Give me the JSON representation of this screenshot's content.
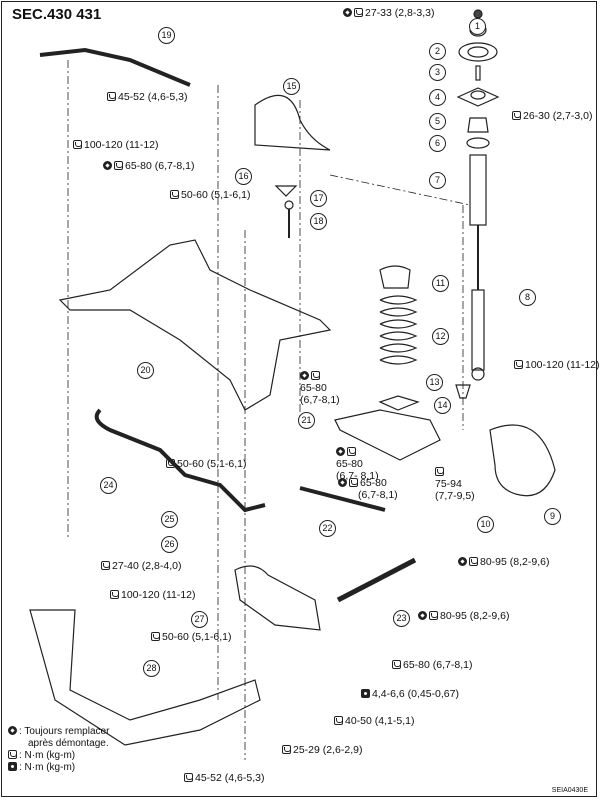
{
  "header": {
    "section": "SEC.430 431"
  },
  "figure_code": "SEIA0430E",
  "icons": {
    "replace": "always-replace-icon",
    "torque": "torque-wrench-icon",
    "torque_small": "torque-wrench-filled-icon"
  },
  "parts": [
    "1",
    "2",
    "3",
    "4",
    "5",
    "6",
    "7",
    "8",
    "9",
    "10",
    "11",
    "12",
    "13",
    "14",
    "15",
    "16",
    "17",
    "18",
    "19",
    "20",
    "21",
    "22",
    "23",
    "24",
    "25",
    "26",
    "27",
    "28"
  ],
  "torque_labels": [
    {
      "id": "t1",
      "replace": true,
      "icon": "torque",
      "text": "27-33 (2,8-3,3)"
    },
    {
      "id": "t2",
      "replace": false,
      "icon": "torque",
      "text": "26-30 (2,7-3,0)"
    },
    {
      "id": "t3",
      "replace": false,
      "icon": "torque",
      "text": "45-52 (4,6-5,3)"
    },
    {
      "id": "t4",
      "replace": false,
      "icon": "torque",
      "text": "100-120 (11-12)"
    },
    {
      "id": "t5",
      "replace": true,
      "icon": "torque",
      "text": "65-80 (6,7-8,1)"
    },
    {
      "id": "t6",
      "replace": false,
      "icon": "torque",
      "text": "50-60 (5,1-6,1)"
    },
    {
      "id": "t7",
      "replace": false,
      "icon": "torque",
      "text": "100-120 (11-12)"
    },
    {
      "id": "t8",
      "replace": true,
      "icon": "torque",
      "text": "65-80",
      "sub": "(6,7-8,1)"
    },
    {
      "id": "t9",
      "replace": true,
      "icon": "torque",
      "text": "65-80",
      "sub": "(6,7- 8,1)"
    },
    {
      "id": "t10",
      "replace": true,
      "icon": "torque",
      "text": "65-80",
      "sub": "(6,7-8,1)"
    },
    {
      "id": "t11",
      "replace": false,
      "icon": "torque",
      "text": "75-94",
      "sub": "(7,7-9,5)"
    },
    {
      "id": "t12",
      "replace": false,
      "icon": "torque",
      "text": "50-60 (5,1-6,1)"
    },
    {
      "id": "t13",
      "replace": true,
      "icon": "torque",
      "text": "80-95 (8,2-9,6)"
    },
    {
      "id": "t14",
      "replace": true,
      "icon": "torque",
      "text": "80-95 (8,2-9,6)"
    },
    {
      "id": "t15",
      "replace": false,
      "icon": "torque",
      "text": "27-40 (2,8-4,0)"
    },
    {
      "id": "t16",
      "replace": false,
      "icon": "torque",
      "text": "100-120 (11-12)"
    },
    {
      "id": "t17",
      "replace": false,
      "icon": "torque",
      "text": "50-60 (5,1-6,1)"
    },
    {
      "id": "t18",
      "replace": false,
      "icon": "torque",
      "text": "65-80 (6,7-8,1)"
    },
    {
      "id": "t19",
      "replace": false,
      "icon": "torque_small",
      "text": "4,4-6,6 (0,45-0,67)"
    },
    {
      "id": "t20",
      "replace": false,
      "icon": "torque",
      "text": "40-50 (4,1-5,1)"
    },
    {
      "id": "t21",
      "replace": false,
      "icon": "torque",
      "text": "25-29 (2,6-2,9)"
    },
    {
      "id": "t22",
      "replace": false,
      "icon": "torque",
      "text": "45-52 (4,6-5,3)"
    }
  ],
  "legend": {
    "replace_line1": ": Toujours remplacer",
    "replace_line2": "après démontage.",
    "torque": ": N·m (kg-m)",
    "torque_small": ": N·m (kg-m)"
  }
}
